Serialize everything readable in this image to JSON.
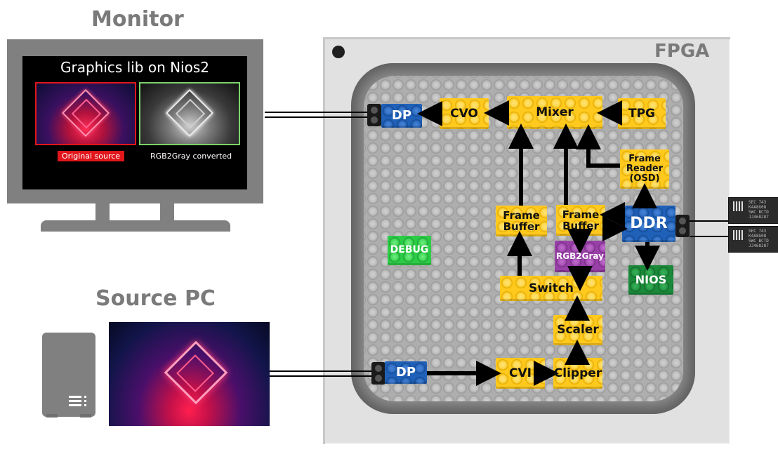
{
  "monitor": {
    "heading": "Monitor",
    "screen_title": "Graphics lib on Nios2",
    "caption_original": "Original source",
    "caption_gray": "RGB2Gray converted"
  },
  "source_pc": {
    "heading": "Source PC"
  },
  "fpga": {
    "label": "FPGA",
    "blocks": {
      "dp_out": "DP",
      "cvo": "CVO",
      "mixer": "Mixer",
      "tpg": "TPG",
      "frame_reader": "Frame Reader (OSD)",
      "frame_buffer_1": "Frame Buffer",
      "frame_buffer_2": "Frame Buffer",
      "ddr": "DDR",
      "rgb2gray": "RGB2Gray",
      "debug": "DEBUG",
      "nios": "NIOS",
      "switch": "Switch",
      "scaler": "Scaler",
      "dp_in": "DP",
      "cvi": "CVI",
      "clipper": "Clipper"
    }
  },
  "memory_chips": [
    {
      "text": "SEC 743\nK4A8G08\n5WC BCTD\nJJ468287"
    },
    {
      "text": "SEC 743\nK4A8G08\n5WC BCTD\nJJ468287"
    }
  ],
  "colors": {
    "heading_gray": "#7a7a7a",
    "block_yellow": "#ffc91e",
    "block_blue": "#1f60b8",
    "block_purple": "#9940a8",
    "block_green": "#2bcc46",
    "block_dark_green": "#1a8a3a",
    "original_border": "#e0161c",
    "gray_border": "#7ad36b"
  }
}
